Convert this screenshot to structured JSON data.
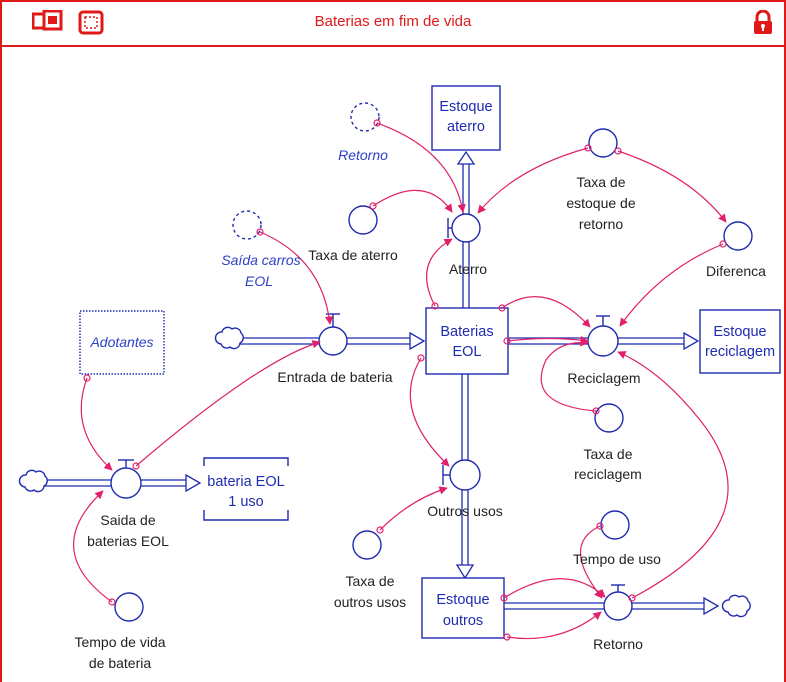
{
  "window": {
    "title": "Baterias em fim de vida",
    "icons": [
      "multi-window-icon",
      "single-window-icon",
      "lock-icon"
    ],
    "accent_color": "#e01818"
  },
  "colors": {
    "structure": "#1f2bb0",
    "connector": "#e0206a"
  },
  "stocks": {
    "estoque_aterro": [
      "Estoque",
      "aterro"
    ],
    "baterias_eol": [
      "Baterias",
      "EOL"
    ],
    "estoque_reciclagem": [
      "Estoque",
      "reciclagem"
    ],
    "bateria_eol_1uso": [
      "bateria EOL",
      "1 uso"
    ],
    "estoque_outros": [
      "Estoque",
      "outros"
    ],
    "adotantes": "Adotantes"
  },
  "flows": {
    "aterro": "Aterro",
    "entrada_bateria": "Entrada de bateria",
    "reciclagem": "Reciclagem",
    "saida_baterias": [
      "Saida de",
      "baterias EOL"
    ],
    "outros_usos": "Outros usos",
    "retorno": "Retorno"
  },
  "auxiliaries": {
    "retorno_ghost": "Retorno",
    "saida_carros_ghost": [
      "Saída carros",
      "EOL"
    ],
    "taxa_aterro": "Taxa de aterro",
    "taxa_estoque_retorno": [
      "Taxa de",
      "estoque de",
      "retorno"
    ],
    "diferenca": "Diferenca",
    "taxa_reciclagem": [
      "Taxa de",
      "reciclagem"
    ],
    "taxa_outros_usos": [
      "Taxa de",
      "outros usos"
    ],
    "tempo_uso": "Tempo de uso",
    "tempo_vida": [
      "Tempo de vida",
      "de bateria"
    ]
  }
}
